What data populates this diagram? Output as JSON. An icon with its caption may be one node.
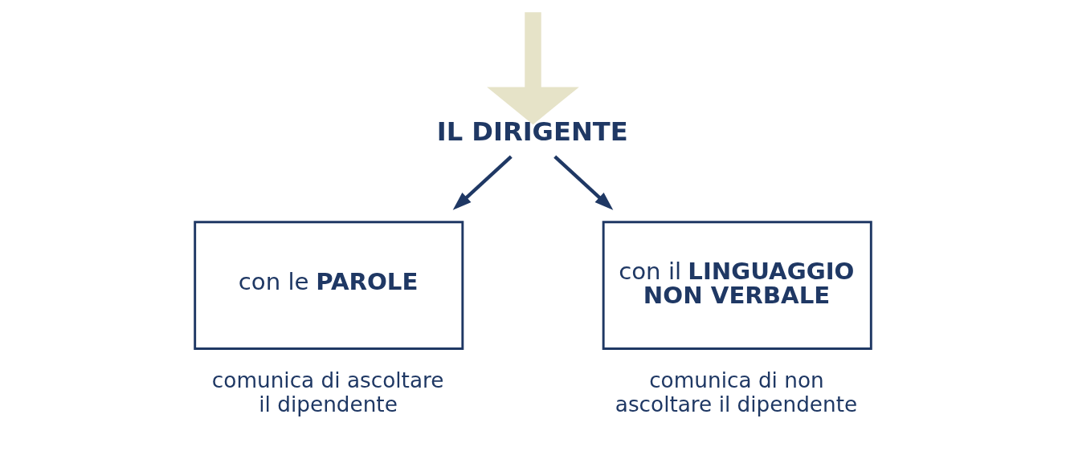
{
  "diagram": {
    "nodes": [
      {
        "text": [
          "IL DIRIGENTE"
        ]
      },
      {
        "text": [
          "con le **PAROLE**"
        ],
        "beside": [
          "comunica di ascoltare il dipendente"
        ]
      },
      {
        "text": [
          "con il **LINGUAGGIO NON VERBALE**"
        ],
        "beside": [
          "comunica di non ascoltare il dipendente"
        ]
      }
    ],
    "edges": [
      {
        "from": null,
        "to": 0,
        "arrow": "to",
        "style": "thick",
        "color": "#e6e3c8"
      },
      {
        "from": 0,
        "to": 1,
        "arrow": "to"
      },
      {
        "from": 0,
        "to": 2,
        "arrow": "to"
      }
    ]
  }
}
